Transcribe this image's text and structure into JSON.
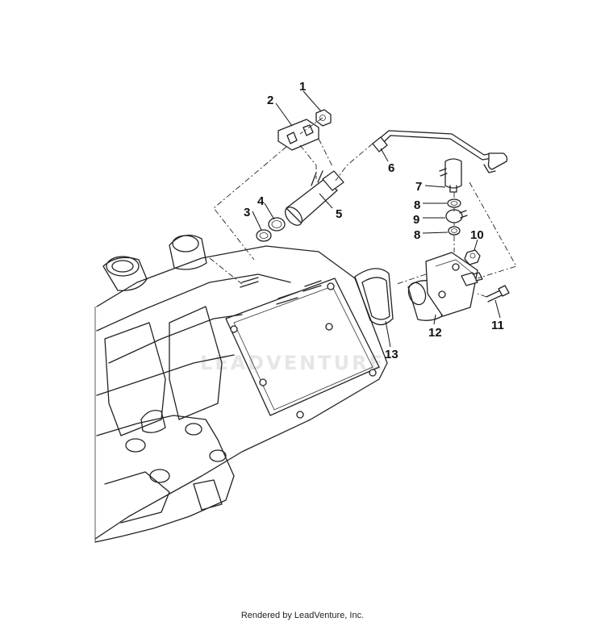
{
  "watermark": "LEADVENTURE",
  "footer": "Rendered by LeadVenture, Inc.",
  "callouts": [
    "1",
    "2",
    "3",
    "4",
    "5",
    "6",
    "7",
    "8",
    "9",
    "8",
    "10",
    "11",
    "12",
    "13"
  ]
}
